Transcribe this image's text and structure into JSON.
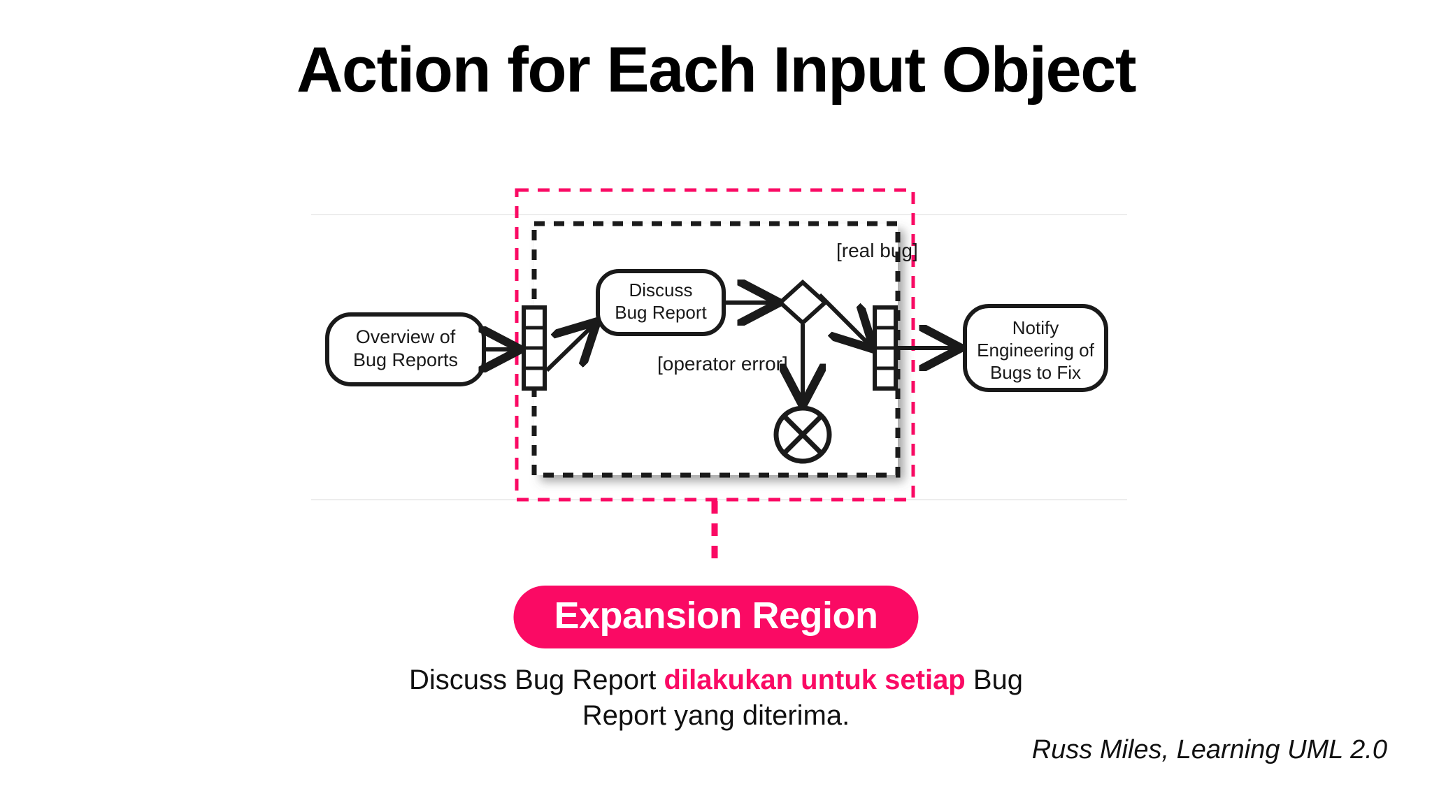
{
  "slide": {
    "title": "Action for Each Input Object",
    "background_color": "#FFFFFF",
    "accent_color": "#FA0A64",
    "ink_color": "#1A1A1A"
  },
  "diagram": {
    "type": "uml-activity-diagram",
    "nodes": {
      "source_action": "Overview of Bug Reports",
      "inner_action": "Discuss Bug Report",
      "sink_action": "Notify Engineering of Bugs to Fix"
    },
    "guards": {
      "real_bug": "[real bug]",
      "operator_error": "[operator error]"
    },
    "elements": {
      "input_expansion_node": "input-expansion-node",
      "output_expansion_node": "output-expansion-node",
      "decision_node": "decision-diamond",
      "flow_final_node": "flow-final-circle",
      "expansion_region_border": "expansion-region-dashed-box",
      "highlight_border": "pink-highlight-box"
    }
  },
  "callout": {
    "badge_label": "Expansion Region",
    "badge_color": "#FA0A64",
    "badge_text_color": "#FFFFFF",
    "arrow": "dashed-down-arrow"
  },
  "caption": {
    "lead": "Discuss Bug Report ",
    "highlight": "dilakukan untuk setiap",
    "tail": " Bug Report yang diterima."
  },
  "attribution": {
    "text": "Russ Miles, Learning UML 2.0"
  }
}
